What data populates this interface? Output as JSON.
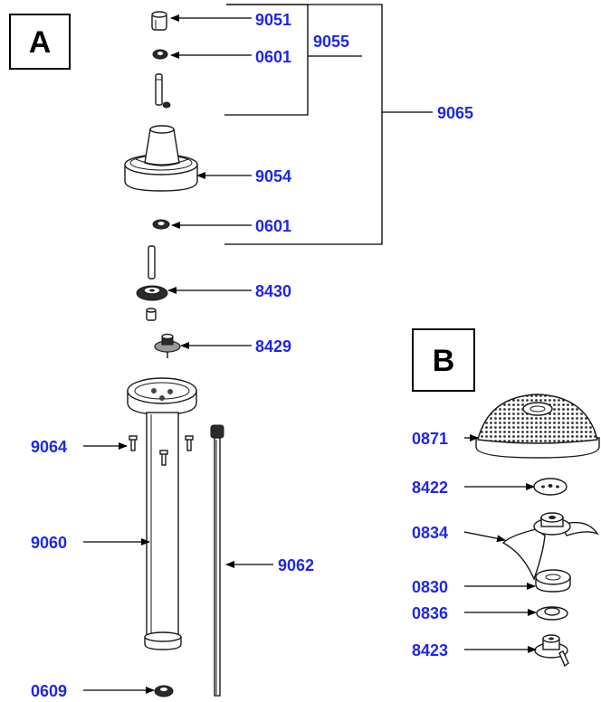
{
  "sections": {
    "a": "A",
    "b": "B"
  },
  "labels": {
    "p9051": "9051",
    "p0601_top": "0601",
    "p9055": "9055",
    "p9065": "9065",
    "p9054": "9054",
    "p0601_mid": "0601",
    "p8430": "8430",
    "p8429": "8429",
    "p9064": "9064",
    "p9060": "9060",
    "p9062": "9062",
    "p0609": "0609",
    "p0871": "0871",
    "p8422": "8422",
    "p0834": "0834",
    "p0830": "0830",
    "p0836": "0836",
    "p8423": "8423"
  },
  "colors": {
    "label": "#1f27e8",
    "line": "#000000"
  }
}
